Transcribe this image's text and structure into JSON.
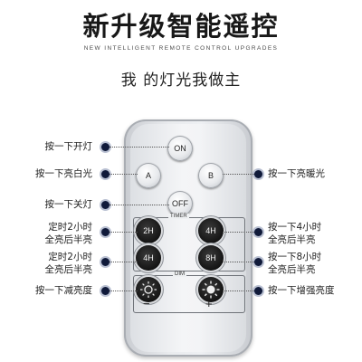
{
  "header": {
    "title": "新升级智能遥控",
    "subtitle": "NEW INTELLIGENT REMOTE CONTROL UPGRADES",
    "tagline": "我 的灯光我做主"
  },
  "remote": {
    "on_label": "ON",
    "a_label": "A",
    "b_label": "B",
    "off_label": "OFF",
    "timer_label": "TIMER",
    "timer_keys": [
      "2H",
      "4H",
      "4H",
      "8H"
    ],
    "dim_label": "DIM",
    "dim_minus": "−",
    "dim_plus": "+"
  },
  "labels": {
    "on": "按一下开灯",
    "a": "按一下亮白光",
    "b": "按一下亮暖光",
    "off": "按一下关灯",
    "timer_2h_line1": "定时2小时",
    "timer_2h_line2": "全亮后半亮",
    "timer_4h_right_line1": "按一下4小时",
    "timer_4h_right_line2": "全亮后半亮",
    "timer_4h_left_line1": "定时2小时",
    "timer_4h_left_line2": "全亮后半亮",
    "timer_8h_line1": "按一下8小时",
    "timer_8h_line2": "全亮后半亮",
    "dim_minus": "按一下减亮度",
    "dim_plus": "按一下增强亮度"
  }
}
